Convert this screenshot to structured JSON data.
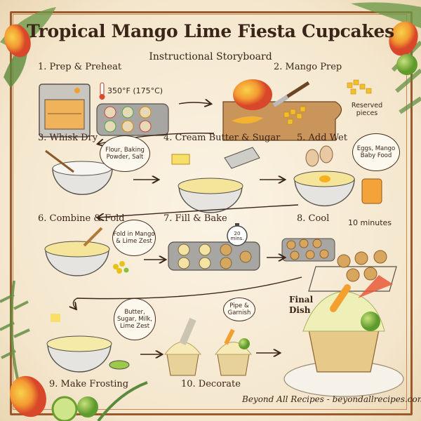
{
  "header": {
    "title": "Tropical Mango Lime Fiesta Cupcakes",
    "subtitle": "Instructional Storyboard"
  },
  "steps": [
    {
      "label": "1. Prep & Preheat",
      "note": "350°F (175°C)"
    },
    {
      "label": "2. Mango Prep",
      "note": "Reserved pieces"
    },
    {
      "label": "3. Whisk Dry",
      "note": "Flour, Baking Powder, Salt"
    },
    {
      "label": "4. Cream Butter & Sugar"
    },
    {
      "label": "5. Add Wet",
      "note": "Eggs, Mango Baby Food"
    },
    {
      "label": "6. Combine & Fold",
      "note": "Fold in Mango & Lime Zest"
    },
    {
      "label": "7. Fill & Bake",
      "note": "20 mins."
    },
    {
      "label": "8. Cool",
      "note": "10 minutes"
    },
    {
      "label": "9. Make Frosting",
      "note": "Butter, Sugar, Milk, Lime Zest"
    },
    {
      "label": "10. Decorate",
      "note": "Pipe & Garnish"
    }
  ],
  "final": {
    "label": "Final Dish"
  },
  "footer": {
    "credit": "Beyond All Recipes - beyondallrecipes.com"
  },
  "colors": {
    "border": "#9a5a2c",
    "text": "#3b2418",
    "mango": "#f2a93b",
    "lime": "#8cbf3f",
    "parchment": "#f6ecd8"
  }
}
